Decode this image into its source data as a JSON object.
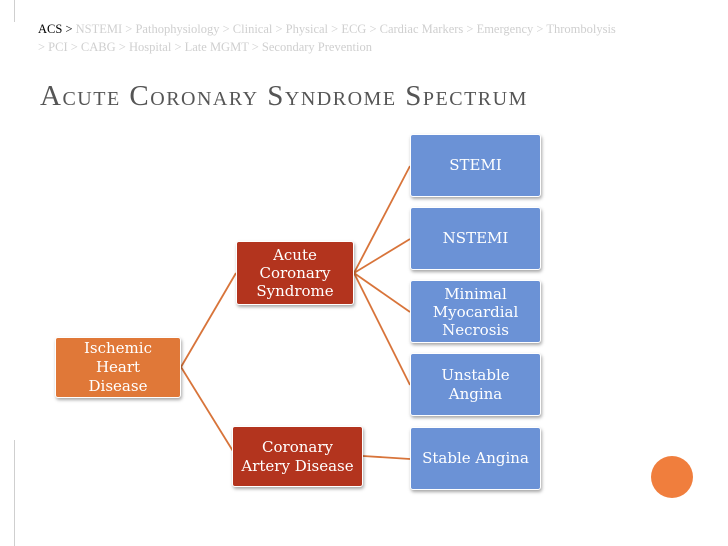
{
  "breadcrumb": {
    "current": "ACS",
    "items": "NSTEMI > Pathophysiology > Clinical > Physical > ECG > Cardiac Markers  > Emergency > Thrombolysis > PCI > CABG > Hospital  > Late MGMT > Secondary  Prevention"
  },
  "title": "Acute Coronary Syndrome Spectrum",
  "diagram": {
    "root": "Ischemic Heart\nDisease",
    "branch_acs": "Acute\nCoronary\nSyndrome",
    "branch_cad": "Coronary\nArtery Disease",
    "leaf_stemi": "STEMI",
    "leaf_nstemi": "NSTEMI",
    "leaf_minimal": "Minimal\nMyocardial\nNecrosis",
    "leaf_unstable": "Unstable\nAngina",
    "leaf_stable": "Stable Angina"
  },
  "colors": {
    "root": "#e07838",
    "branch": "#b3341e",
    "leaf": "#6b92d6",
    "connector": "#d8743a",
    "accent": "#f07e3d"
  }
}
